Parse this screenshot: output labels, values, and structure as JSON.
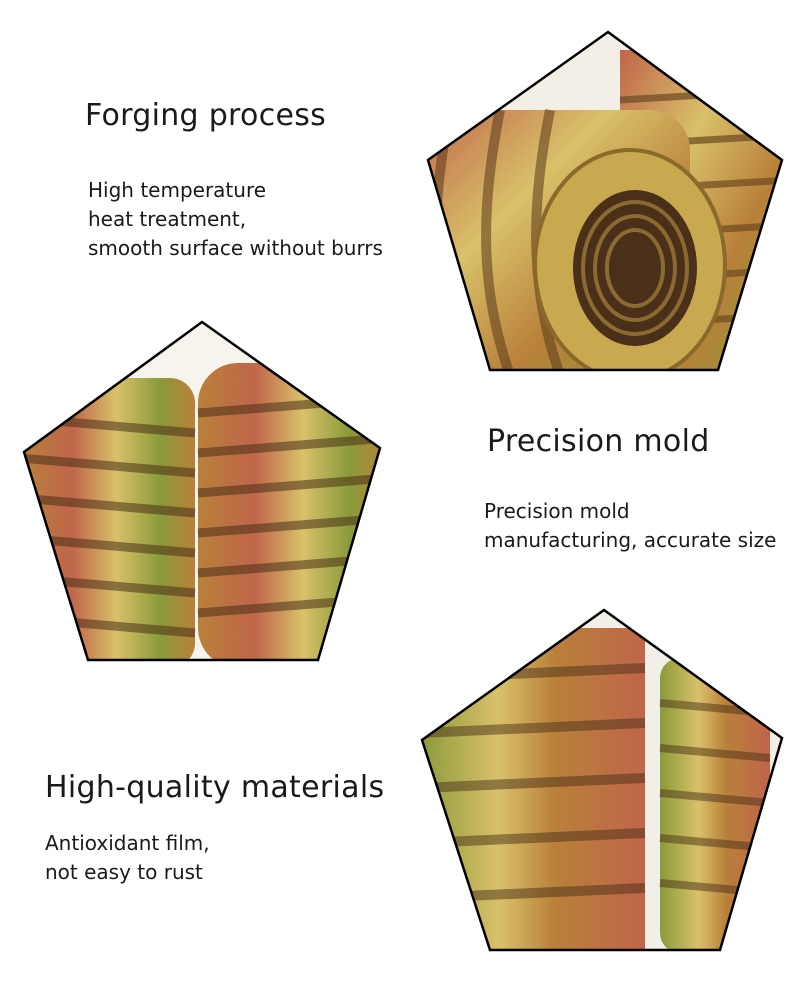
{
  "sections": [
    {
      "title": "Forging process",
      "lines": [
        "High temperature",
        "heat treatment,",
        "smooth surface without burrs"
      ]
    },
    {
      "title": "Precision mold",
      "lines": [
        "Precision mold",
        "manufacturing, accurate size"
      ]
    },
    {
      "title": "High-quality materials",
      "lines": [
        "Antioxidant film,",
        "not easy to rust"
      ]
    }
  ],
  "colors": {
    "brass_light": "#d9c16a",
    "brass_mid": "#b9803a",
    "copper": "#c0654a",
    "olive": "#8a9a3a",
    "dark_groove": "#4a3018",
    "outline": "#000000"
  }
}
